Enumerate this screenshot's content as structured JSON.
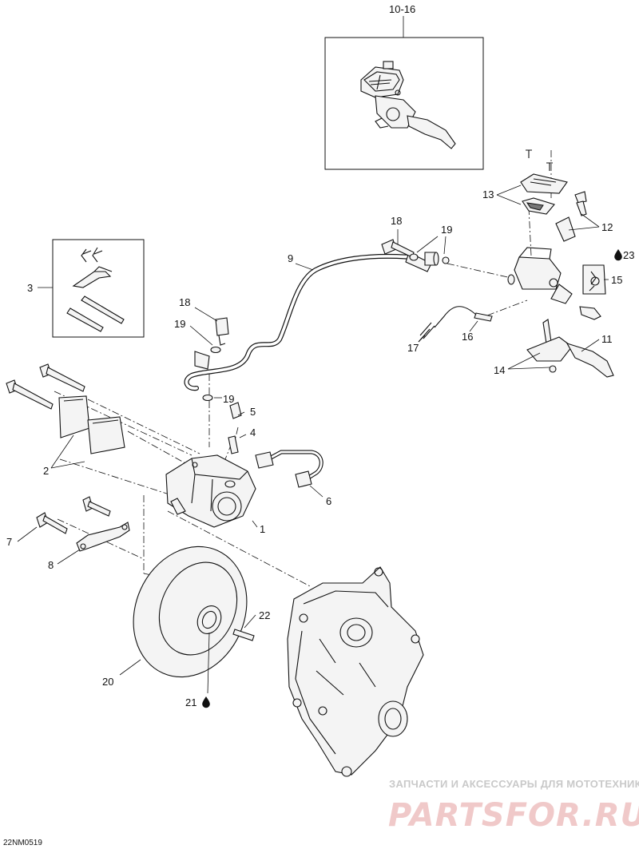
{
  "diagram": {
    "callouts": {
      "c1": "1",
      "c2": "2",
      "c3": "3",
      "c4": "4",
      "c5": "5",
      "c6": "6",
      "c7": "7",
      "c8": "8",
      "c9": "9",
      "c10_16": "10-16",
      "c11": "11",
      "c12": "12",
      "c13": "13",
      "c14": "14",
      "c15": "15",
      "c16": "16",
      "c17": "17",
      "c18a": "18",
      "c18b": "18",
      "c19a": "19",
      "c19b": "19",
      "c19c": "19",
      "c20": "20",
      "c21": "21",
      "c22": "22",
      "c23": "23"
    },
    "figure_id": "22NM0519",
    "icons": {
      "drop": "oil-drop-icon"
    }
  },
  "watermark": {
    "top_text": "ЗАПЧАСТИ И АКСЕССУАРЫ ДЛЯ МОТОТЕХНИКИ",
    "logo_text": "PARTSFOR.RU",
    "color": "#e8a0a0"
  }
}
